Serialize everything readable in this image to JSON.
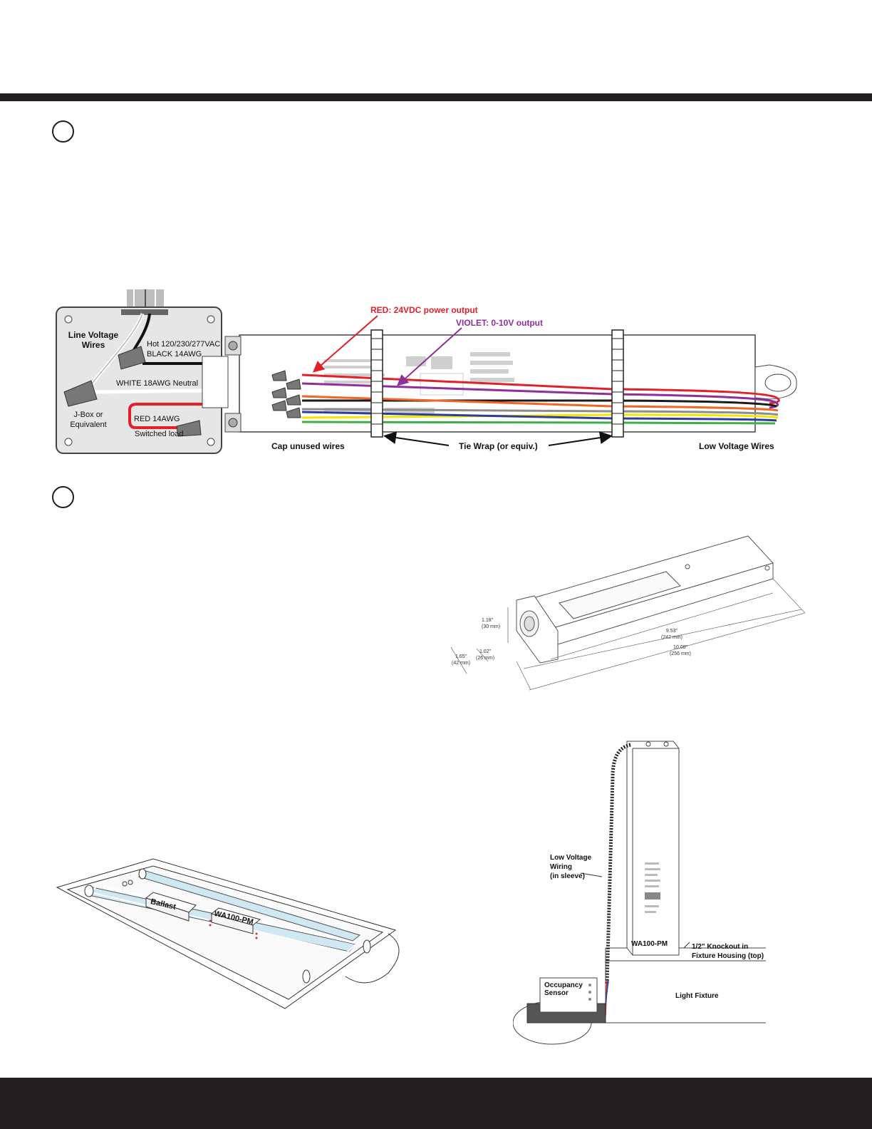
{
  "wiring": {
    "box_title": "Line Voltage Wires",
    "box_title_line1": "Line Voltage",
    "box_title_line2": "Wires",
    "hot_line1": "Hot 120/230/277VAC",
    "hot_line2": "BLACK 14AWG",
    "neutral": "WHITE 18AWG  Neutral",
    "jbox_line1": "J-Box or",
    "jbox_line2": "Equivalent",
    "red_line": "RED 14AWG",
    "switched": "Switched load",
    "red_output": "RED: 24VDC power output",
    "violet_output": "VIOLET: 0-10V output",
    "cap_unused": "Cap unused wires",
    "tie_wrap": "Tie Wrap (or equiv.)",
    "low_voltage": "Low Voltage Wires",
    "colors": {
      "red": "#e3202a",
      "violet": "#8e2f9b",
      "black": "#1a1a1a",
      "orange": "#f26522",
      "gray": "#8c8c8c",
      "yellow": "#f3e600",
      "blue": "#2b3e9c",
      "green": "#3fae49"
    }
  },
  "dimensions": {
    "height": "1.18\"",
    "height_mm": "(30 mm)",
    "width1": "1.65\"",
    "width1_mm": "(42 mm)",
    "width2": "1.02\"",
    "width2_mm": "(26 mm)",
    "len1": "9.53\"",
    "len1_mm": "(242 mm)",
    "len2": "10.08\"",
    "len2_mm": "(256 mm)"
  },
  "fixture": {
    "ballast": "Ballast",
    "device": "WA100-PM"
  },
  "mount": {
    "lv_line1": "Low Voltage",
    "lv_line2": "Wiring",
    "lv_line3": "(in sleeve)",
    "device": "WA100-PM",
    "knock_line1": "1/2\" Knockout in",
    "knock_line2": "Fixture Housing (top)",
    "sensor_line1": "Occupancy",
    "sensor_line2": "Sensor",
    "fixture": "Light Fixture"
  }
}
